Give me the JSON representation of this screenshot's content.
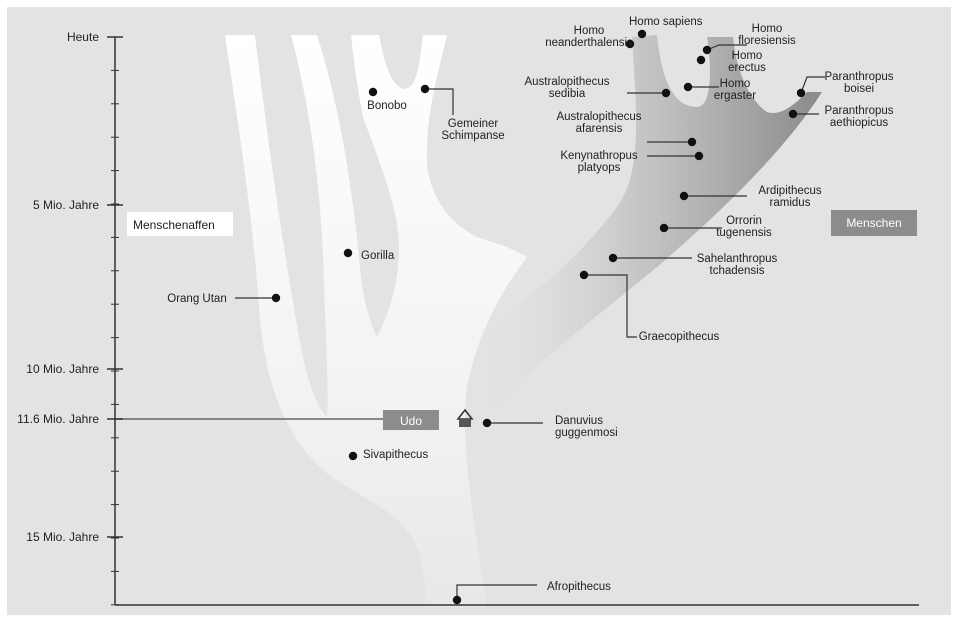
{
  "axis": {
    "ticks": [
      {
        "label": "Heute"
      },
      {
        "label": "5 Mio. Jahre"
      },
      {
        "label": "10 Mio. Jahre"
      },
      {
        "label": "11.6 Mio. Jahre"
      },
      {
        "label": "15 Mio. Jahre"
      }
    ]
  },
  "groups": {
    "apes": "Menschenaffen",
    "humans": "Menschen"
  },
  "udo": {
    "label": "Udo",
    "icon": "home-icon"
  },
  "colors": {
    "background": "#e3e3e3",
    "ape_branch": "#ffffff",
    "human_branch_dark": "#8c8c8c",
    "label_box": "#8c8c8c",
    "dot": "#111111"
  },
  "species": [
    {
      "id": "homo-sapiens",
      "lines": [
        "Homo sapiens"
      ]
    },
    {
      "id": "homo-neanderthalensis",
      "lines": [
        "Homo",
        "neanderthalensis"
      ]
    },
    {
      "id": "homo-floresiensis",
      "lines": [
        "Homo",
        "floresiensis"
      ]
    },
    {
      "id": "homo-erectus",
      "lines": [
        "Homo",
        "erectus"
      ]
    },
    {
      "id": "homo-ergaster",
      "lines": [
        "Homo",
        "ergaster"
      ]
    },
    {
      "id": "australopithecus-sedibia",
      "lines": [
        "Australopithecus",
        "sedibia"
      ]
    },
    {
      "id": "paranthropus-boisei",
      "lines": [
        "Paranthropus",
        "boisei"
      ]
    },
    {
      "id": "paranthropus-aethiopicus",
      "lines": [
        "Paranthropus",
        "aethiopicus"
      ]
    },
    {
      "id": "australopithecus-afarensis",
      "lines": [
        "Australopithecus",
        "afarensis"
      ]
    },
    {
      "id": "kenyanthropus-platyops",
      "lines": [
        "Kenynathropus",
        "platyops"
      ]
    },
    {
      "id": "ardipithecus-ramidus",
      "lines": [
        "Ardipithecus",
        "ramidus"
      ]
    },
    {
      "id": "orrorin-tugenensis",
      "lines": [
        "Orrorin",
        "tugenensis"
      ]
    },
    {
      "id": "sahelanthropus-tchadensis",
      "lines": [
        "Sahelanthropus",
        "tchadensis"
      ]
    },
    {
      "id": "graecopithecus",
      "lines": [
        "Graecopithecus"
      ]
    },
    {
      "id": "bonobo",
      "lines": [
        "Bonobo"
      ]
    },
    {
      "id": "gemeiner-schimpanse",
      "lines": [
        "Gemeiner",
        "Schimpanse"
      ]
    },
    {
      "id": "gorilla",
      "lines": [
        "Gorilla"
      ]
    },
    {
      "id": "orang-utan",
      "lines": [
        "Orang Utan"
      ]
    },
    {
      "id": "danuvius-guggenmosi",
      "lines": [
        "Danuvius",
        "guggenmosi"
      ]
    },
    {
      "id": "sivapithecus",
      "lines": [
        "Sivapithecus"
      ]
    },
    {
      "id": "afropithecus",
      "lines": [
        "Afropithecus"
      ]
    }
  ]
}
